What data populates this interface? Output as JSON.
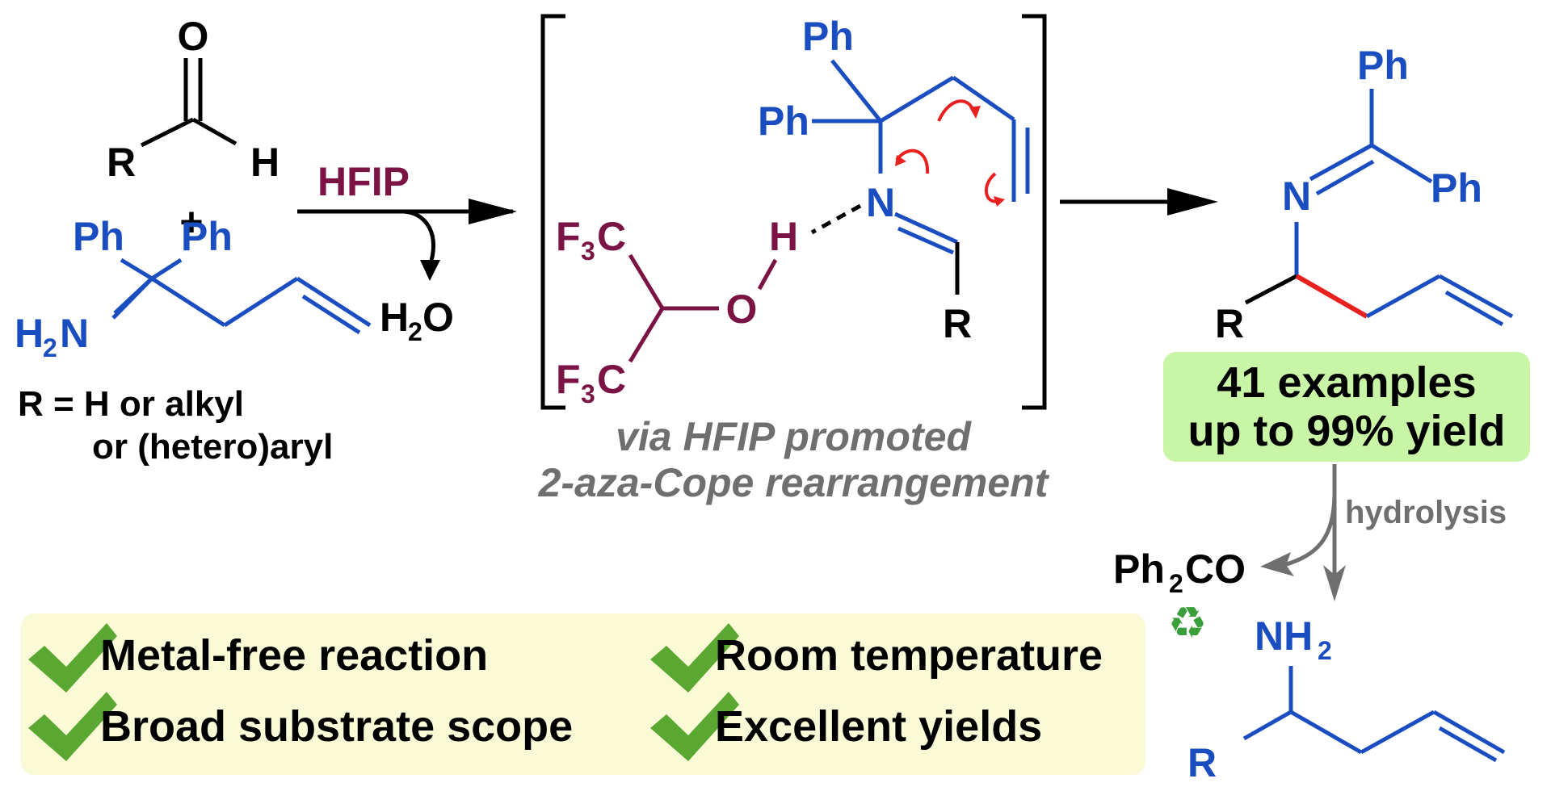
{
  "reactants": {
    "aldehyde": {
      "atom_o": "O",
      "atom_r": "R",
      "atom_h": "H"
    },
    "plus": "+",
    "amine": {
      "ph_left": "Ph",
      "ph_right": "Ph",
      "nh2_main": "H",
      "nh2_sub": "2",
      "nh2_n": "N"
    },
    "r_def_line1": "R = H or alkyl",
    "r_def_line2": "or (hetero)aryl"
  },
  "conditions": {
    "reagent": "HFIP",
    "byproduct_main": "H",
    "byproduct_sub": "2",
    "byproduct_o": "O"
  },
  "transition_state": {
    "ph_top": "Ph",
    "ph_left": "Ph",
    "n_atom": "N",
    "h_atom": "H",
    "o_atom": "O",
    "r_atom": "R",
    "cf3_top": [
      "F",
      "3",
      "C"
    ],
    "cf3_bottom": [
      "F",
      "3",
      "C"
    ],
    "caption_line1": "via HFIP promoted",
    "caption_line2": "2-aza-Cope rearrangement"
  },
  "product": {
    "ph_top": "Ph",
    "ph_right": "Ph",
    "n_atom": "N",
    "r_atom": "R",
    "badge_line1": "41 examples",
    "badge_line2": "up to 99% yield",
    "badge_color": "#c8f5a6"
  },
  "hydrolysis": {
    "label": "hydrolysis",
    "byproduct_ph": "Ph",
    "byproduct_sub": "2",
    "byproduct_co": "CO",
    "recycle_icon": "♻",
    "amine_nh": "NH",
    "amine_sub": "2",
    "amine_r": "R"
  },
  "features": {
    "items": [
      "Metal-free reaction",
      "Room temperature",
      "Broad substrate scope",
      "Excellent yields"
    ],
    "panel_color": "#fafbd6",
    "check_color": "#5aa832"
  },
  "colors": {
    "blue": "#1a4ec0",
    "maroon": "#7b1445",
    "red": "#e8201e",
    "gray": "#6f6f6f"
  }
}
